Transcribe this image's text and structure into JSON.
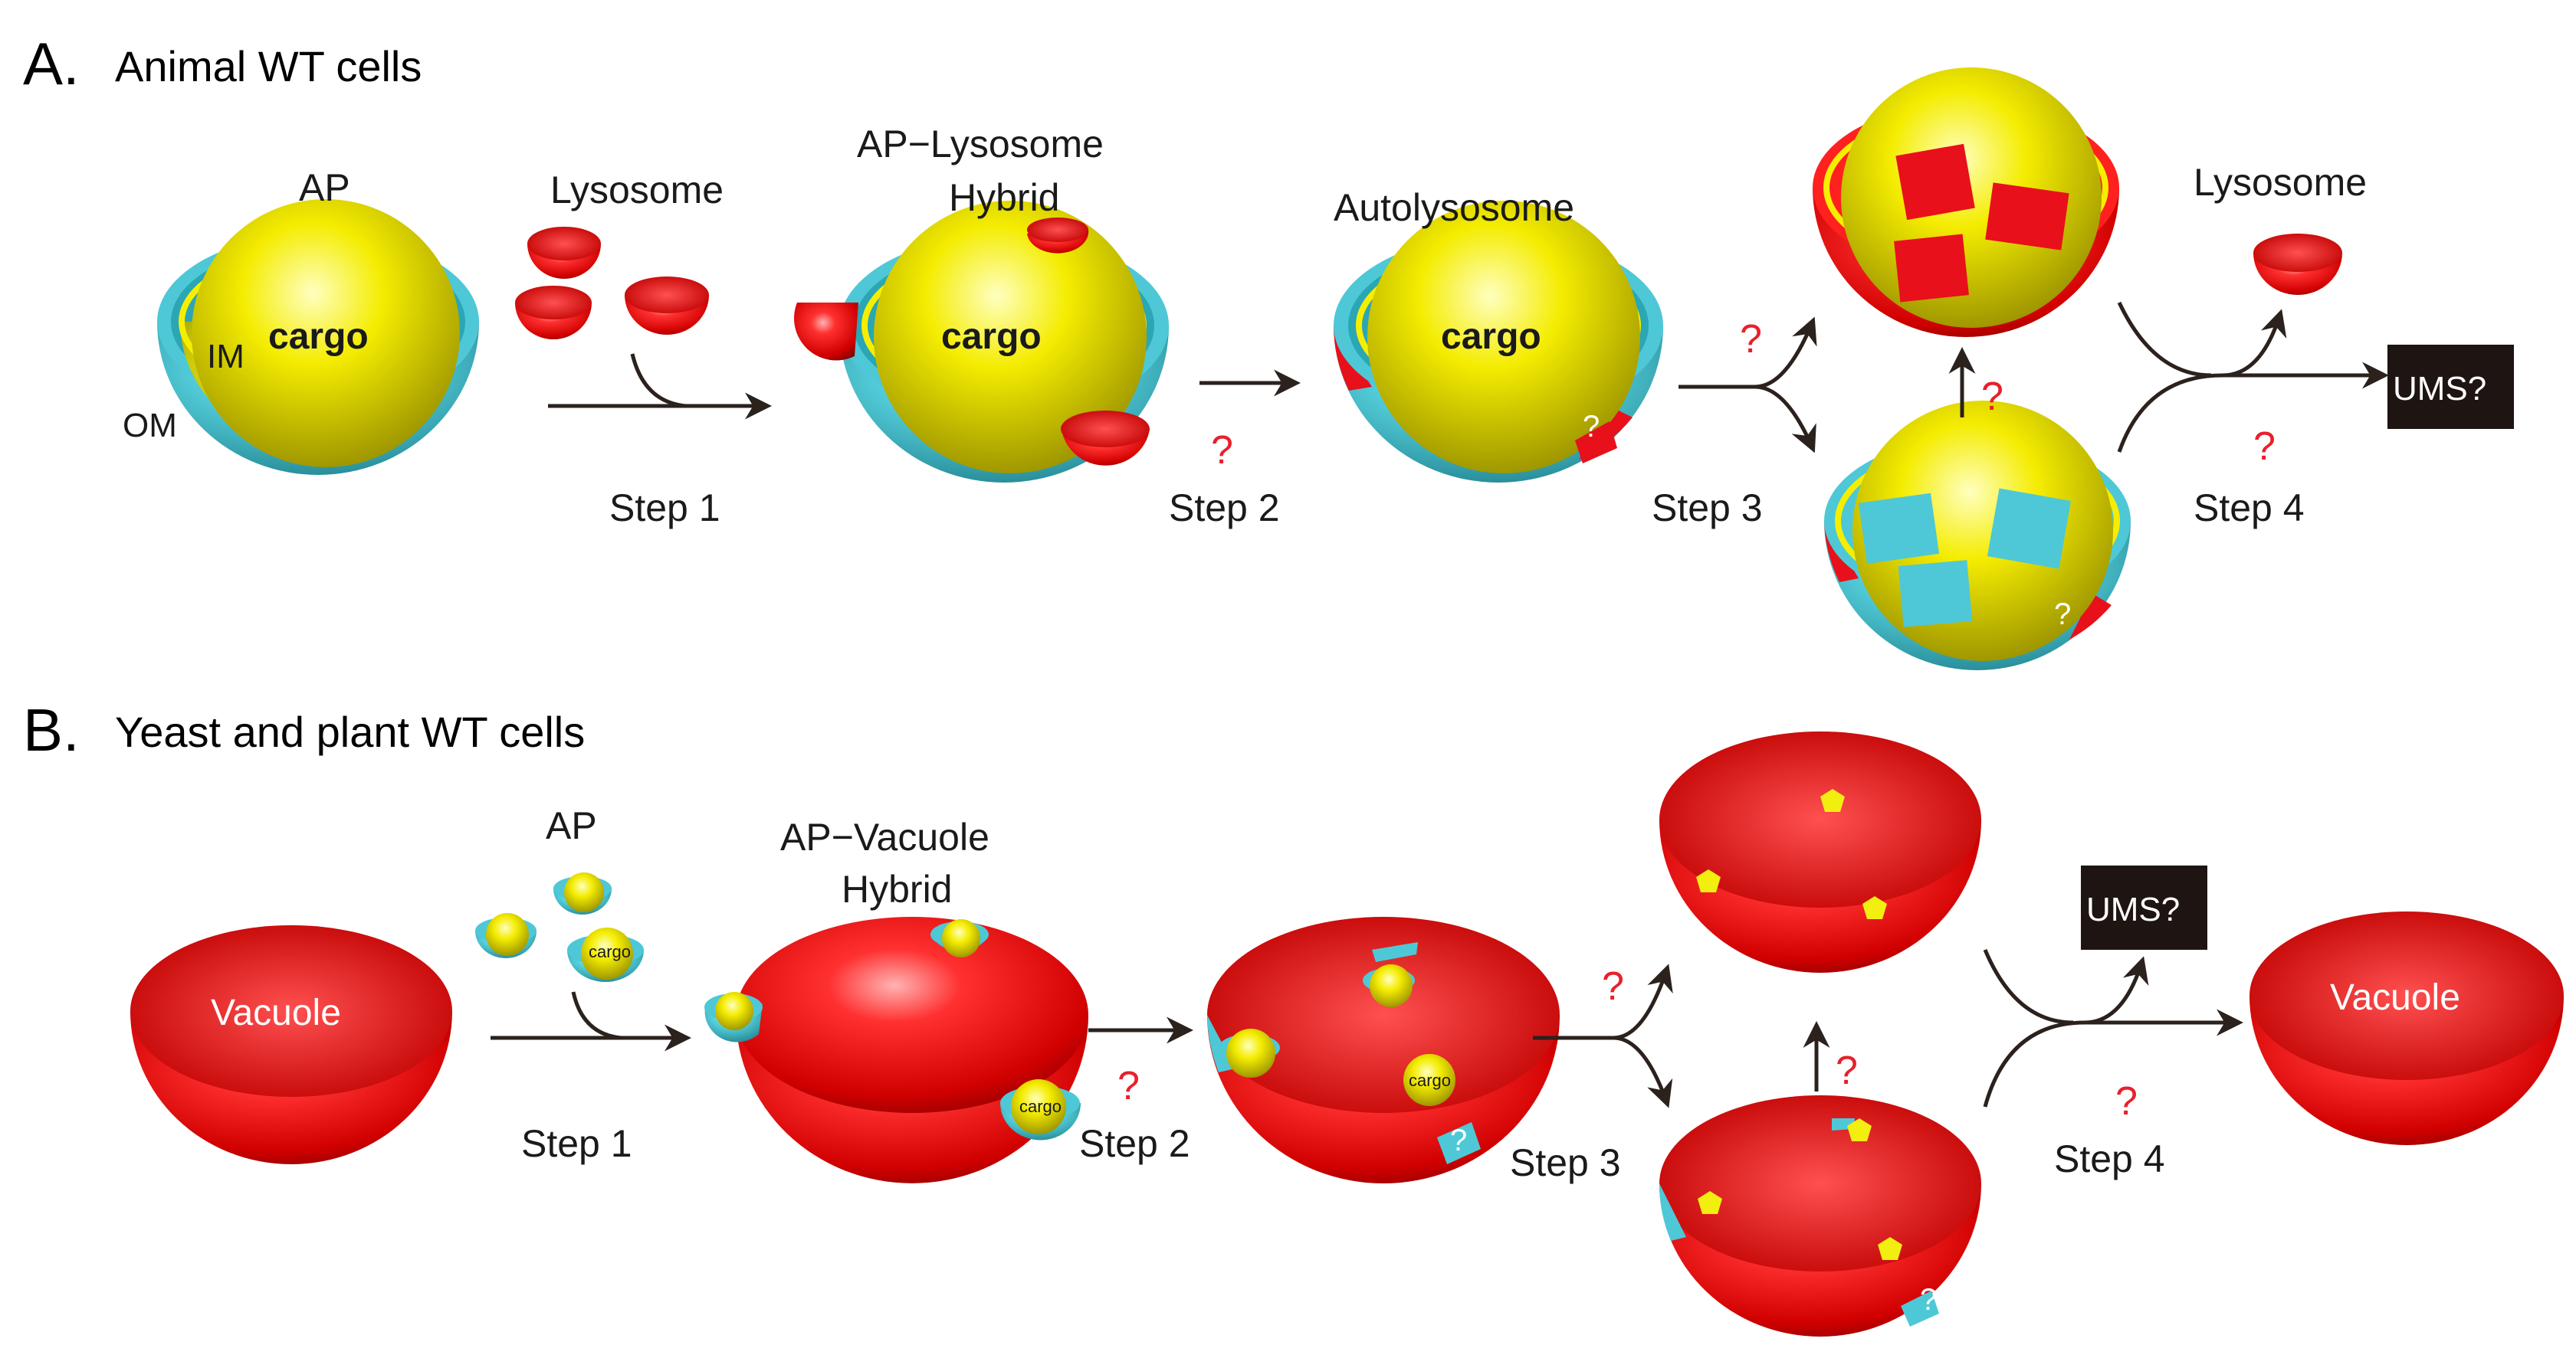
{
  "panelA": {
    "letter": "A.",
    "title": "Animal WT cells",
    "labels": {
      "ap": "AP",
      "lysosome": "Lysosome",
      "hybrid_line1": "AP−Lysosome",
      "hybrid_line2": "Hybrid",
      "autolysosome": "Autolysosome",
      "lysosome_end": "Lysosome",
      "cargo": "cargo",
      "im": "IM",
      "om": "OM",
      "ums": "UMS?"
    },
    "steps": {
      "step1": "Step 1",
      "step2": "Step 2",
      "step3": "Step 3",
      "step4": "Step 4"
    }
  },
  "panelB": {
    "letter": "B.",
    "title": "Yeast and plant WT cells",
    "labels": {
      "vacuole_start": "Vacuole",
      "ap": "AP",
      "hybrid_line1": "AP−Vacuole",
      "hybrid_line2": "Hybrid",
      "vacuole_end": "Vacuole",
      "cargo": "cargo",
      "ums": "UMS?"
    },
    "steps": {
      "step1": "Step 1",
      "step2": "Step 2",
      "step3": "Step 3",
      "step4": "Step 4"
    }
  },
  "question_mark": "?",
  "colors": {
    "lysosome_red": "#e8101a",
    "cargo_yellow": "#f2ee10",
    "membrane_cyan": "#4ec8d6",
    "inner_membrane_yellow": "#f6ee00",
    "arrow": "#2b211d",
    "ums_box": "#1e1412",
    "question_red": "#e8202a"
  }
}
